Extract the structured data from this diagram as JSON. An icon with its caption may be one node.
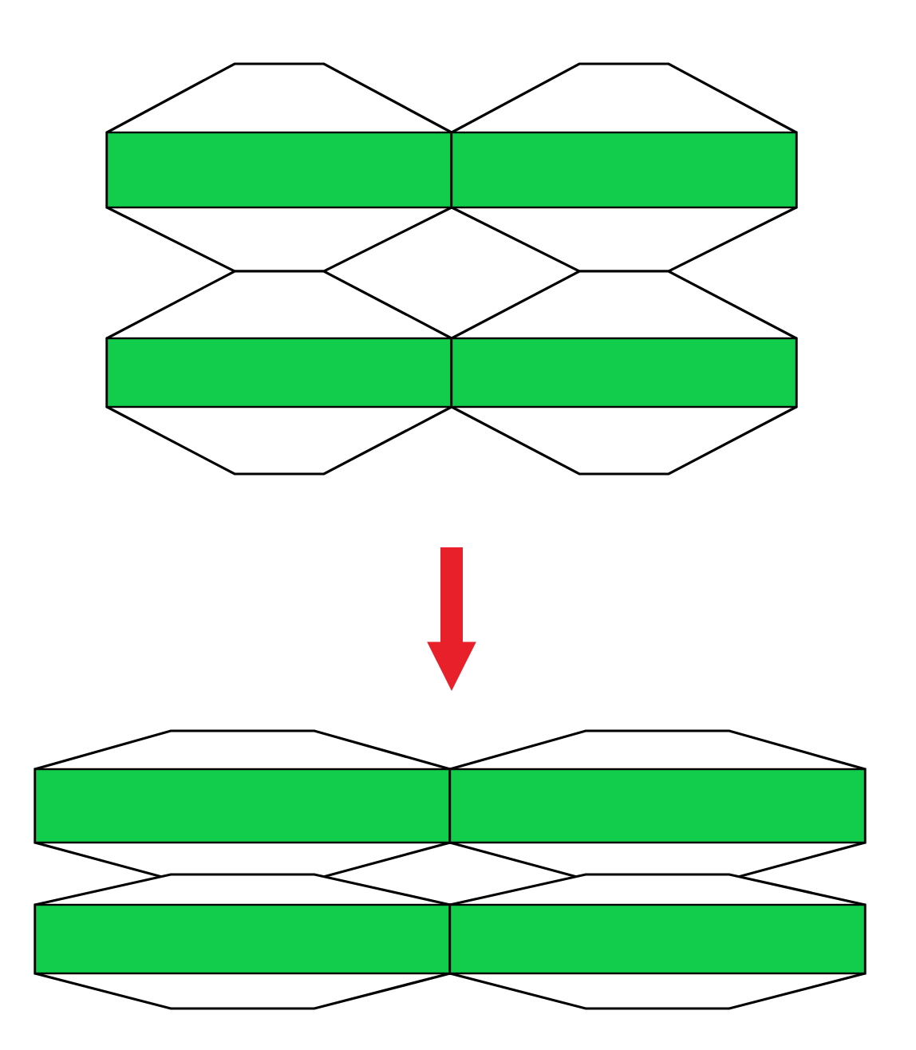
{
  "diagram": {
    "nodes": [
      {
        "text": [],
        "shape": "picture"
      },
      {
        "text": [],
        "shape": "picture"
      }
    ],
    "edges": [
      {
        "from": 0,
        "to": 1,
        "arrow": "to",
        "color": "#e8202a"
      }
    ]
  }
}
